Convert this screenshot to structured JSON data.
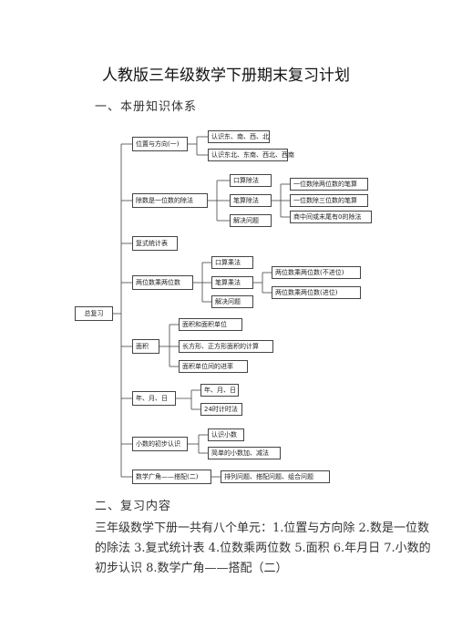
{
  "title": "人教版三年级数学下册期末复习计划",
  "section1": "一、本册知识体系",
  "section2": "二、复习内容",
  "paragraph": "三年级数学下册一共有八个单元：1.位置与方向除 2.数是一位数的除法 3.复式统计表 4.位数乘两位数 5.面积 6.年月日 7.小数的初步认识 8.数学广角——搭配（二）",
  "diagram": {
    "root": "总复习",
    "units": {
      "u1": "位置与方向(一)",
      "u2": "除数是一位数的除法",
      "u3": "复式统计表",
      "u4": "两位数乘两位数",
      "u5": "面积",
      "u6": "年、月、日",
      "u7": "小数的初步认识",
      "u8": "数学广角——搭配(二)"
    },
    "sub": {
      "u1a": "认识东、南、西、北",
      "u1b": "认识东北、东南、西北、西南",
      "u2a": "口算除法",
      "u2b": "笔算除法",
      "u2c": "解决问题",
      "u2b1": "一位数除两位数的笔算",
      "u2b2": "一位数除三位数的笔算",
      "u2b3": "商中间或末尾有0的除法",
      "u4a": "口算乘法",
      "u4b": "笔算乘法",
      "u4c": "解决问题",
      "u4b1": "两位数乘两位数(不进位)",
      "u4b2": "两位数乘两位数(进位)",
      "u5a": "面积和面积单位",
      "u5b": "长方形、正方形面积的计算",
      "u5c": "面积单位间的进率",
      "u6a": "年、月、日",
      "u6b": "24时计时法",
      "u7a": "认识小数",
      "u7b": "简单的小数加、减法",
      "u8a": "排列问题、搭配问题、组合问题"
    }
  }
}
